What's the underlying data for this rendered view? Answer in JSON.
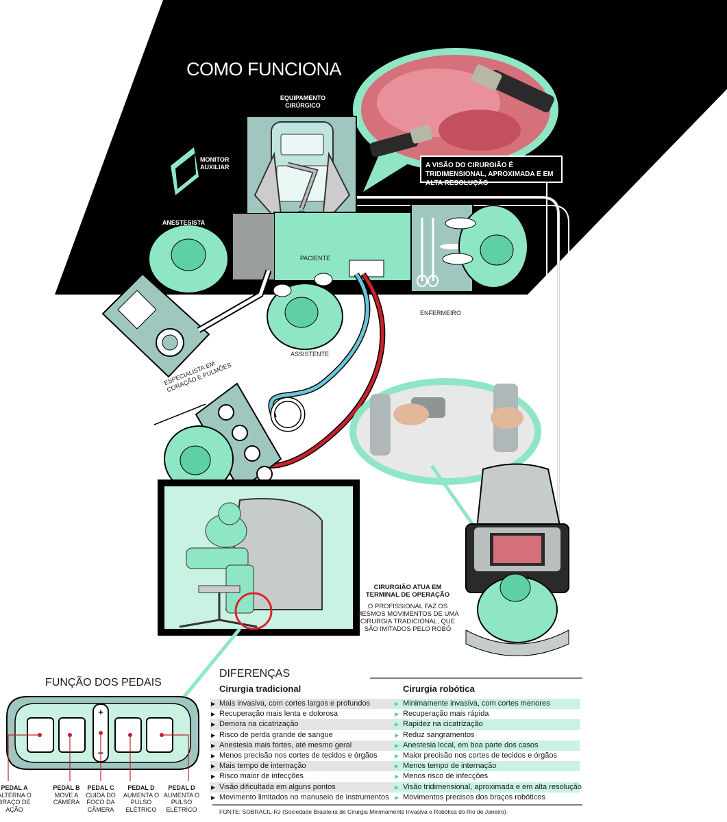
{
  "page": {
    "title": "COMO FUNCIONA"
  },
  "labels": {
    "equipamento": "EQUIPAMENTO CIRÚRGICO",
    "monitor": "MONITOR AUXILIAR",
    "anestesista": "ANESTESISTA",
    "paciente": "PACIENTE",
    "enfermeiro": "ENFERMEIRO",
    "assistente": "ASSISTENTE",
    "especialista": "ESPECIALISTA EM CORAÇÃO E PULMÕES"
  },
  "callout": "A VISÃO DO CIRURGIÃO É TRIDIMENSIONAL, APROXIMADA E EM ALTA RESOLUÇÃO",
  "operacao": {
    "heading": "CIRURGIÃO ATUA EM TERMINAL DE OPERAÇÃO",
    "text": "O PROFISSIONAL FAZ OS MESMOS MOVIMENTOS DE UMA CIRURGIA TRADICIONAL, QUE SÃO IMITADOS PELO ROBÔ"
  },
  "pedais": {
    "title": "FUNÇÃO DOS PEDAIS",
    "items": [
      {
        "name": "PEDAL A",
        "desc": "ALTERNA O BRAÇO DE AÇÃO"
      },
      {
        "name": "PEDAL B",
        "desc": "MOVE A CÂMERA"
      },
      {
        "name": "PEDAL C",
        "desc": "CUIDA DO FOCO DA CÂMERA"
      },
      {
        "name": "PEDAL D",
        "desc": "AUMENTA O PULSO ELÉTRICO"
      },
      {
        "name": "PEDAL D",
        "desc": "AUMENTA O PULSO ELÉTRICO"
      }
    ]
  },
  "diferencas": {
    "title": "DIFERENÇAS",
    "tradicional": {
      "title": "Cirurgia tradicional",
      "items": [
        "Mais invasiva, com cortes largos e profundos",
        "Recuperação mais lenta e dolorosa",
        "Demora na cicatrização",
        "Risco de perda grande de sangue",
        "Anestesia mais fortes, até mesmo geral",
        "Menos precisão nos cortes de tecidos e órgãos",
        "Mais tempo de internação",
        "Risco maior de infecções",
        "Visão dificultada em alguns pontos",
        "Movimento limitados no manuseio de instrumentos"
      ]
    },
    "robotica": {
      "title": "Cirurgia robótica",
      "items": [
        "Minimamente invasiva, com cortes menores",
        "Recuperação mais rápida",
        "Rapidez na cicatrização",
        "Reduz sangramentos",
        "Anestesia local, em boa parte dos casos",
        "Maior precisão nos cortes de tecidos e órgãos",
        "Menos tempo de internação",
        "Menos risco de infecções",
        "Visão tridimensional, aproximada e em alta resolução",
        "Movimentos precisos dos braços robóticos"
      ]
    }
  },
  "fonte": "FONTE: SOBRACIL-RJ (Sociedade Brasileira de Cirurgia Minimamente Invasiva e Robótica do Rio de Janeiro)",
  "colors": {
    "mint": "#8ee6c5",
    "mint_dark": "#5fcfa6",
    "slab": "#9fc7c0",
    "black": "#000000",
    "red": "#c9202b",
    "blue": "#6cc4d8",
    "grey": "#8f9796"
  }
}
